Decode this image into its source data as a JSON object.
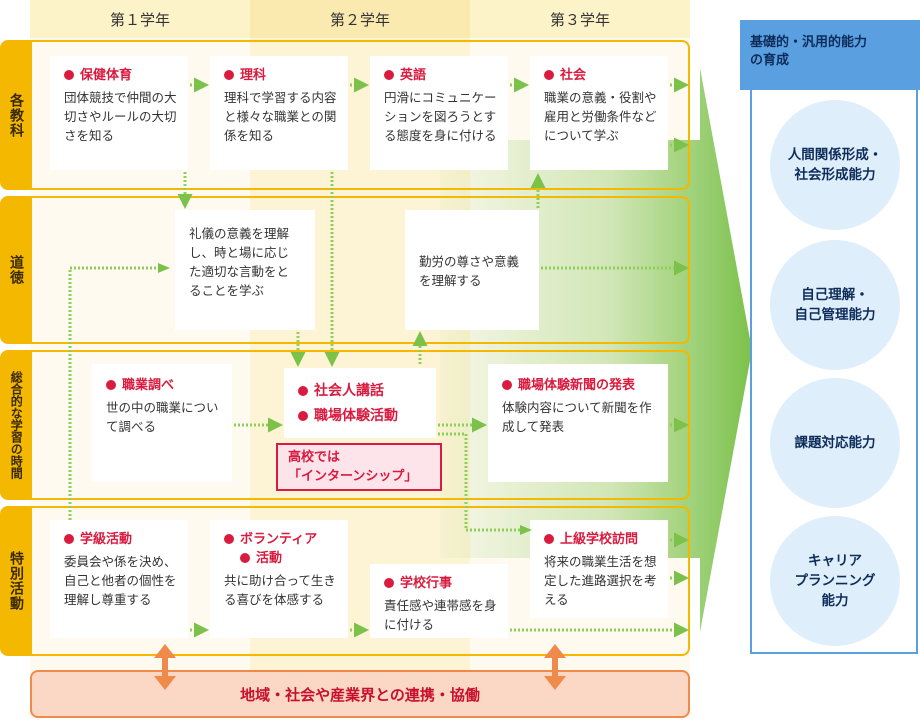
{
  "years": [
    "第１学年",
    "第２学年",
    "第３学年"
  ],
  "rows": {
    "subjects": "各教科",
    "moral": "道徳",
    "integrated": "総合的な学習の時間",
    "special": "特別活動"
  },
  "subjects": {
    "pe": {
      "title": "保健体育",
      "body": "団体競技で仲間の大切さやルールの大切さを知る"
    },
    "science": {
      "title": "理科",
      "body": "理科で学習する内容と様々な職業との関係を知る"
    },
    "english": {
      "title": "英語",
      "body": "円滑にコミュニケーションを図ろうとする態度を身に付ける"
    },
    "social": {
      "title": "社会",
      "body": "職業の意義・役割や雇用と労働条件などについて学ぶ"
    }
  },
  "moral": {
    "etiquette": "礼儀の意義を理解し、時と場に応じた適切な言動をとることを学ぶ",
    "labor": "勤労の尊さや意義を理解する"
  },
  "integrated": {
    "research": {
      "title": "職業調べ",
      "body": "世の中の職業について調べる"
    },
    "lecture1": "社会人講話",
    "lecture2": "職場体験活動",
    "highschool1": "高校では",
    "highschool2": "「インターンシップ」",
    "newspaper": {
      "title": "職場体験新聞の発表",
      "body": "体験内容について新聞を作成して発表"
    }
  },
  "special": {
    "class": {
      "title": "学級活動",
      "body": "委員会や係を決め、自己と他者の個性を理解し尊重する"
    },
    "volunteer": {
      "title1": "ボランティア",
      "title2": "活動",
      "body": "共に助け合って生きる喜びを体感する"
    },
    "events": {
      "title": "学校行事",
      "body": "責任感や連帯感を身に付ける"
    },
    "visit": {
      "title": "上級学校訪問",
      "body": "将来の職業生活を想定した進路選択を考える"
    }
  },
  "community": "地域・社会や産業界との連携・協働",
  "abilities": {
    "header1": "基礎的・汎用的能力",
    "header2": "の育成",
    "items": [
      [
        "人間関係形成・",
        "社会形成能力"
      ],
      [
        "自己理解・",
        "自己管理能力"
      ],
      [
        "課題対応能力"
      ],
      [
        "キャリア",
        "プランニング",
        "能力"
      ]
    ]
  },
  "colors": {
    "accent_red": "#d81b3f",
    "tab_yellow": "#f5b800",
    "arrow_green": "#7cc14a",
    "panel_blue": "#5aa0e0",
    "circle_blue": "#dfeefb",
    "band_orange": "#f08a4b"
  },
  "icons": [
    "dashed-green-arrow",
    "big-green-arrow",
    "orange-double-arrow",
    "red-bullet-dot"
  ]
}
